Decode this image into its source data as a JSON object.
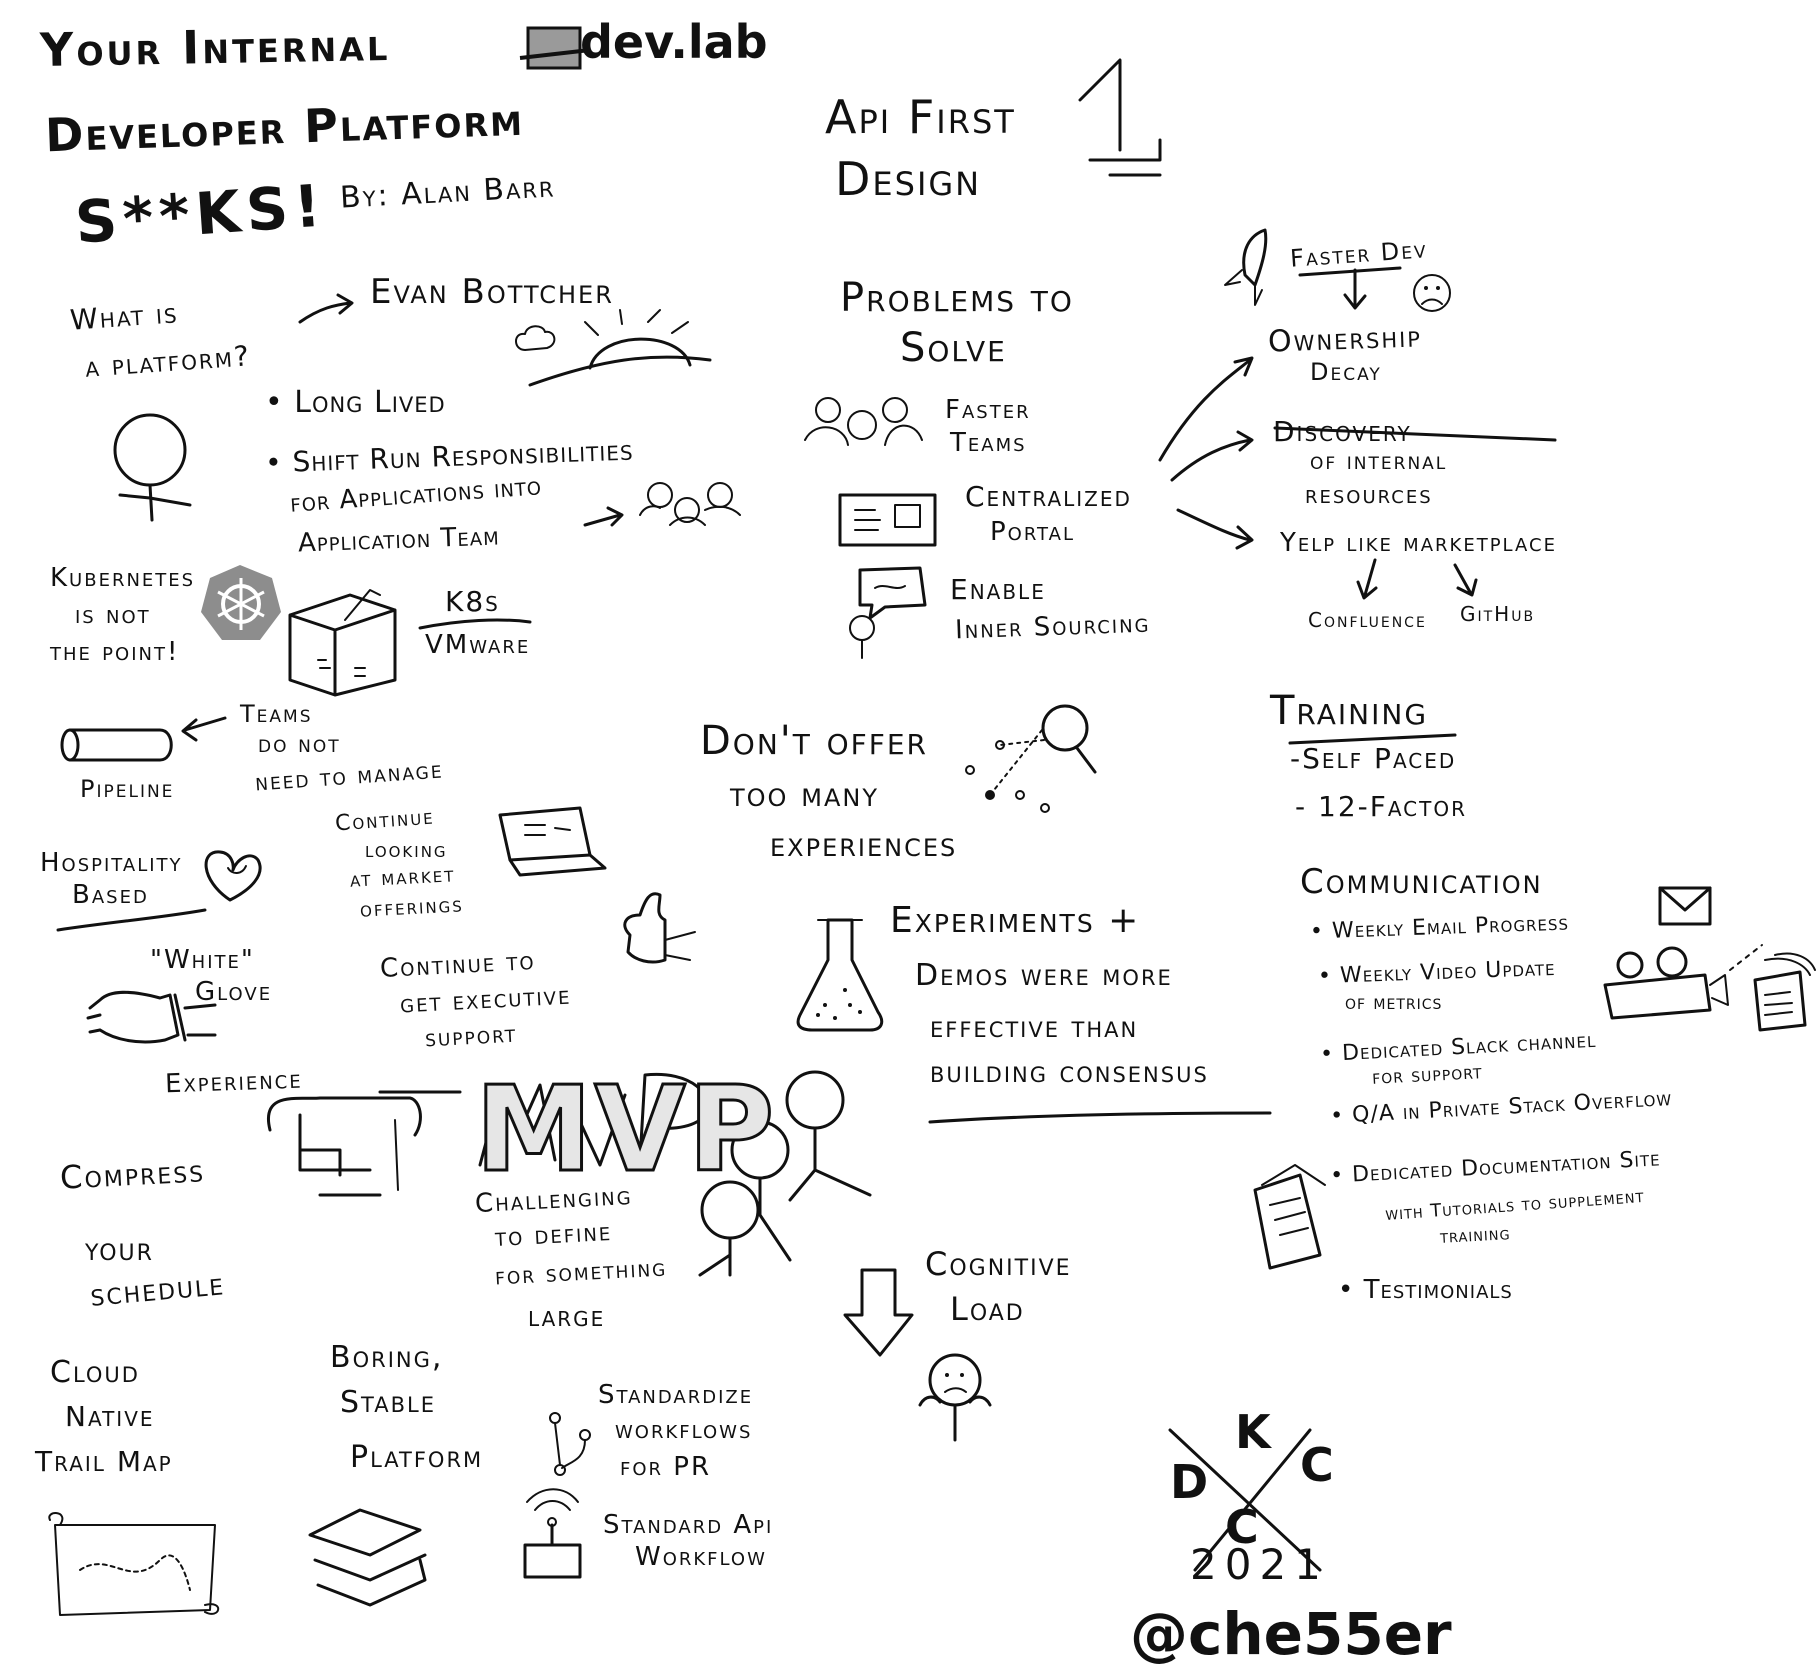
{
  "header": {
    "title_line1": "Your Internal",
    "title_line2": "Developer Platform",
    "title_line3": "S**KS!",
    "byline": "By: Alan Barr",
    "logo": "dev.lab"
  },
  "api_first": {
    "label_line1": "Api First",
    "label_line2": "Design",
    "number": "1"
  },
  "platform": {
    "question_line1": "What is",
    "question_line2": "a platform?",
    "author": "Evan Bottcher",
    "bullets": [
      "Long Lived",
      "Shift Run Responsibilities",
      "for Applications into",
      "Application Team"
    ]
  },
  "kubernetes": {
    "line1": "Kubernetes",
    "line2": "is not",
    "line3": "the point!",
    "k8s": "K8s",
    "vmware": "VMware"
  },
  "pipeline": {
    "label": "Pipeline",
    "note_line1": "Teams",
    "note_line2": "do not",
    "note_line3": "need to manage"
  },
  "hospitality": {
    "line1": "Hospitality",
    "line2": "Based"
  },
  "market": {
    "line1": "Continue",
    "line2": "looking",
    "line3": "at market",
    "line4": "offerings"
  },
  "white_glove": {
    "line1": "\"White\"",
    "line2": "Glove",
    "line3": "Experience"
  },
  "executive": {
    "line1": "Continue to",
    "line2": "get executive",
    "line3": "support"
  },
  "compress": {
    "line1": "Compress",
    "line2": "your",
    "line3": "schedule"
  },
  "mvp": {
    "label": "MVP",
    "line1": "Challenging",
    "line2": "to define",
    "line3": "for something",
    "line4": "large"
  },
  "cloud_native": {
    "line1": "Cloud",
    "line2": "Native",
    "line3": "Trail Map"
  },
  "boring": {
    "line1": "Boring,",
    "line2": "Stable",
    "line3": "Platform"
  },
  "workflows": {
    "line1": "Standardize",
    "line2": "workflows",
    "line3": "for PR",
    "api_line1": "Standard Api",
    "api_line2": "Workflow"
  },
  "problems": {
    "title_line1": "Problems to",
    "title_line2": "Solve",
    "faster_teams_line1": "Faster",
    "faster_teams_line2": "Teams",
    "portal_line1": "Centralized",
    "portal_line2": "Portal",
    "inner_line1": "Enable",
    "inner_line2": "Inner Sourcing"
  },
  "outcomes": {
    "faster_dev": "Faster Dev",
    "ownership_line1": "Ownership",
    "ownership_line2": "Decay",
    "discovery_line1": "Discovery",
    "discovery_line2": "of internal",
    "discovery_line3": "resources",
    "yelp": "Yelp like marketplace",
    "confluence": "Confluence",
    "github": "GitHub"
  },
  "experiences": {
    "line1": "Don't offer",
    "line2": "too many",
    "line3": "experiences"
  },
  "experiments": {
    "line1": "Experiments +",
    "line2": "Demos were more",
    "line3": "effective than",
    "line4": "building consensus"
  },
  "cognitive": {
    "line1": "Cognitive",
    "line2": "Load"
  },
  "training": {
    "title": "Training",
    "items": [
      "-Self Paced",
      "- 12-Factor"
    ]
  },
  "communication": {
    "title": "Communication",
    "items": [
      "Weekly Email Progress",
      "Weekly Video Update",
      "of metrics",
      "Dedicated Slack channel",
      "for support",
      "Q/A in Private Stack Overflow",
      "Dedicated Documentation Site",
      "with Tutorials to supplement",
      "training",
      "Testimonials"
    ]
  },
  "footer": {
    "logo_d": "D",
    "logo_k": "K",
    "logo_c1": "C",
    "logo_c2": "C",
    "year": "2021",
    "handle": "@che55er"
  }
}
